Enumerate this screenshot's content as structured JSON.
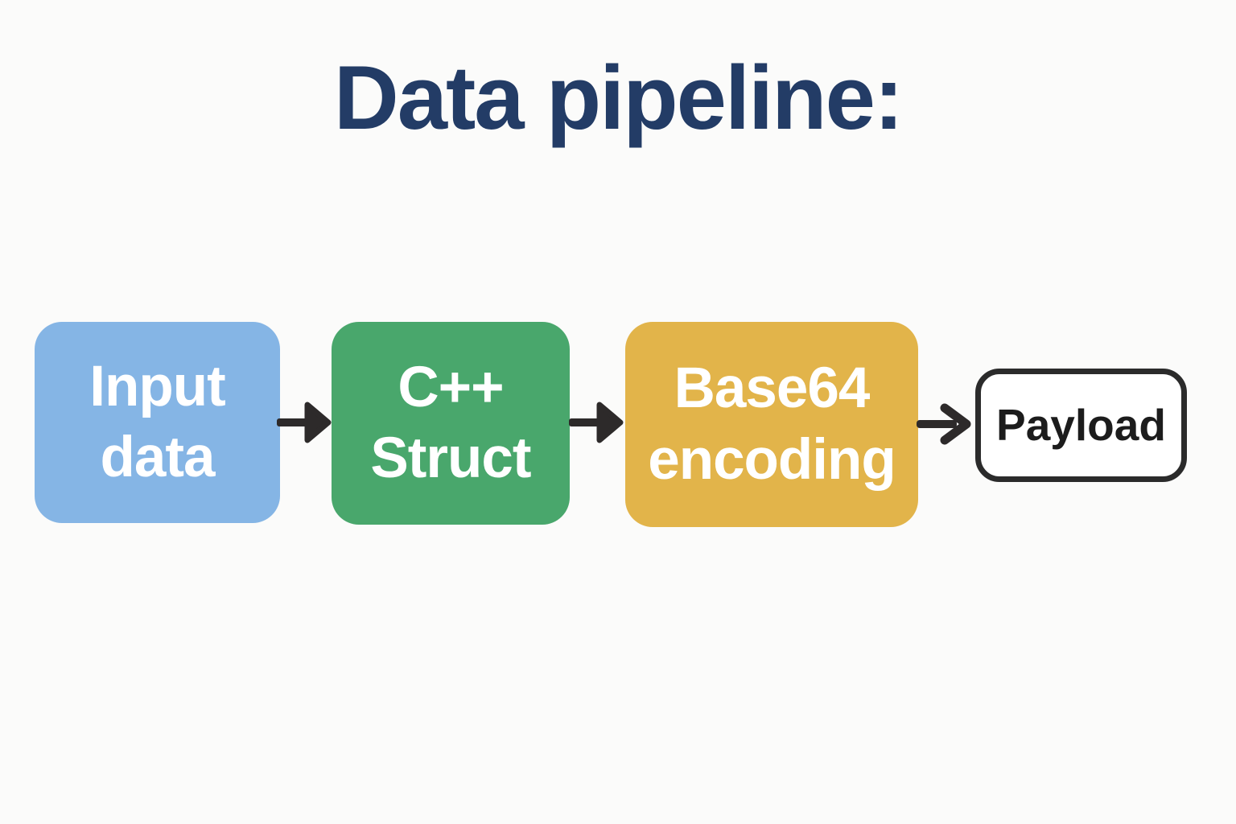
{
  "title": "Data pipeline:",
  "title_color": "#233c66",
  "background_color": "#fbfbfa",
  "diagram": {
    "type": "flow-left-to-right",
    "arrow_color": "#2d2a2a",
    "nodes": [
      {
        "id": "input-data",
        "label": "Input data",
        "label_lines": [
          "Input",
          "data"
        ],
        "fill": "#85b5e5",
        "text_color": "#ffffff",
        "shape": "rounded-rect"
      },
      {
        "id": "cpp-struct",
        "label": "C++ Struct",
        "label_lines": [
          "C++",
          "Struct"
        ],
        "fill": "#49a76c",
        "text_color": "#ffffff",
        "shape": "rounded-rect"
      },
      {
        "id": "base64-encoding",
        "label": "Base64 encoding",
        "label_lines": [
          "Base64",
          "encoding"
        ],
        "fill": "#e2b44a",
        "text_color": "#ffffff",
        "shape": "rounded-rect"
      },
      {
        "id": "payload",
        "label": "Payload",
        "label_lines": [
          "Payload"
        ],
        "fill": "#ffffff",
        "text_color": "#1c1c1c",
        "border_color": "#2b2b2b",
        "shape": "rounded-rect-outline"
      }
    ],
    "connections": [
      {
        "from": "input-data",
        "to": "cpp-struct"
      },
      {
        "from": "cpp-struct",
        "to": "base64-encoding"
      },
      {
        "from": "base64-encoding",
        "to": "payload"
      }
    ]
  }
}
